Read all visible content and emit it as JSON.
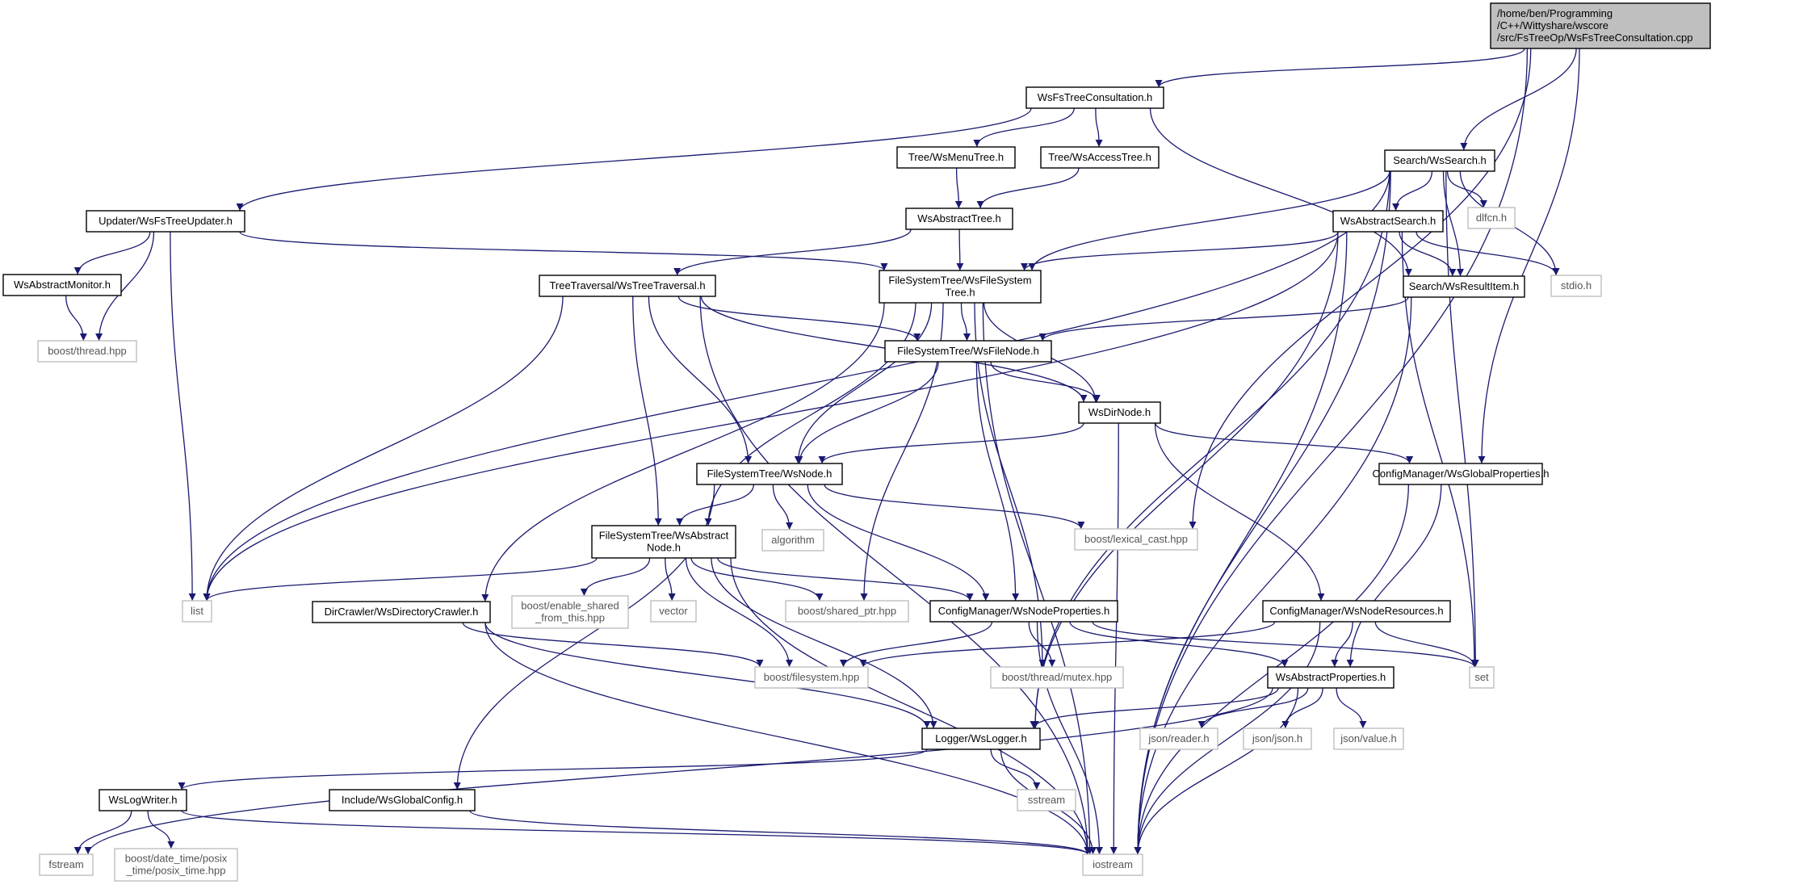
{
  "colors": {
    "edge": "#191970",
    "box_stroke": "#000000",
    "ext_stroke": "#bfbfbf",
    "root_fill": "#bfbfbf",
    "text": "#000000",
    "ext_text": "#555555"
  },
  "nodes": [
    {
      "id": "root",
      "kind": "root",
      "lines": [
        "/home/ben/Programming",
        "/C++/Wittyshare/wscore",
        "/src/FsTreeOp/WsFsTreeConsultation.cpp"
      ]
    },
    {
      "id": "consult",
      "kind": "file",
      "lines": [
        "WsFsTreeConsultation.h"
      ]
    },
    {
      "id": "menutree",
      "kind": "file",
      "lines": [
        "Tree/WsMenuTree.h"
      ]
    },
    {
      "id": "accesstree",
      "kind": "file",
      "lines": [
        "Tree/WsAccessTree.h"
      ]
    },
    {
      "id": "search",
      "kind": "file",
      "lines": [
        "Search/WsSearch.h"
      ]
    },
    {
      "id": "updater",
      "kind": "file",
      "lines": [
        "Updater/WsFsTreeUpdater.h"
      ]
    },
    {
      "id": "abstree",
      "kind": "file",
      "lines": [
        "WsAbstractTree.h"
      ]
    },
    {
      "id": "abssearch",
      "kind": "file",
      "lines": [
        "WsAbstractSearch.h"
      ]
    },
    {
      "id": "dlfcn",
      "kind": "ext",
      "lines": [
        "dlfcn.h"
      ]
    },
    {
      "id": "absmonitor",
      "kind": "file",
      "lines": [
        "WsAbstractMonitor.h"
      ]
    },
    {
      "id": "fstree",
      "kind": "file",
      "lines": [
        "FileSystemTree/WsFileSystem",
        "Tree.h"
      ]
    },
    {
      "id": "traversal",
      "kind": "file",
      "lines": [
        "TreeTraversal/WsTreeTraversal.h"
      ]
    },
    {
      "id": "resultitem",
      "kind": "file",
      "lines": [
        "Search/WsResultItem.h"
      ]
    },
    {
      "id": "stdio",
      "kind": "ext",
      "lines": [
        "stdio.h"
      ]
    },
    {
      "id": "thread",
      "kind": "ext",
      "lines": [
        "boost/thread.hpp"
      ]
    },
    {
      "id": "filenode",
      "kind": "file",
      "lines": [
        "FileSystemTree/WsFileNode.h"
      ]
    },
    {
      "id": "dirnode",
      "kind": "file",
      "lines": [
        "WsDirNode.h"
      ]
    },
    {
      "id": "node",
      "kind": "file",
      "lines": [
        "FileSystemTree/WsNode.h"
      ]
    },
    {
      "id": "globalprops",
      "kind": "file",
      "lines": [
        "ConfigManager/WsGlobalProperties.h"
      ]
    },
    {
      "id": "absnode",
      "kind": "file",
      "lines": [
        "FileSystemTree/WsAbstract",
        "Node.h"
      ]
    },
    {
      "id": "algorithm",
      "kind": "ext",
      "lines": [
        "algorithm"
      ]
    },
    {
      "id": "lexical",
      "kind": "ext",
      "lines": [
        "boost/lexical_cast.hpp"
      ]
    },
    {
      "id": "list",
      "kind": "ext",
      "lines": [
        "list"
      ]
    },
    {
      "id": "dircrawler",
      "kind": "file",
      "lines": [
        "DirCrawler/WsDirectoryCrawler.h"
      ]
    },
    {
      "id": "enableshared",
      "kind": "ext",
      "lines": [
        "boost/enable_shared",
        "_from_this.hpp"
      ]
    },
    {
      "id": "vector",
      "kind": "ext",
      "lines": [
        "vector"
      ]
    },
    {
      "id": "sharedptr",
      "kind": "ext",
      "lines": [
        "boost/shared_ptr.hpp"
      ]
    },
    {
      "id": "nodeprops",
      "kind": "file",
      "lines": [
        "ConfigManager/WsNodeProperties.h"
      ]
    },
    {
      "id": "noderes",
      "kind": "file",
      "lines": [
        "ConfigManager/WsNodeResources.h"
      ]
    },
    {
      "id": "filesystem",
      "kind": "ext",
      "lines": [
        "boost/filesystem.hpp"
      ]
    },
    {
      "id": "mutex",
      "kind": "ext",
      "lines": [
        "boost/thread/mutex.hpp"
      ]
    },
    {
      "id": "absprops",
      "kind": "file",
      "lines": [
        "WsAbstractProperties.h"
      ]
    },
    {
      "id": "set",
      "kind": "ext",
      "lines": [
        "set"
      ]
    },
    {
      "id": "logger",
      "kind": "file",
      "lines": [
        "Logger/WsLogger.h"
      ]
    },
    {
      "id": "jsonreader",
      "kind": "ext",
      "lines": [
        "json/reader.h"
      ]
    },
    {
      "id": "jsonjson",
      "kind": "ext",
      "lines": [
        "json/json.h"
      ]
    },
    {
      "id": "jsonvalue",
      "kind": "ext",
      "lines": [
        "json/value.h"
      ]
    },
    {
      "id": "sstream",
      "kind": "ext",
      "lines": [
        "sstream"
      ]
    },
    {
      "id": "logwriter",
      "kind": "file",
      "lines": [
        "WsLogWriter.h"
      ]
    },
    {
      "id": "globalconfig",
      "kind": "file",
      "lines": [
        "Include/WsGlobalConfig.h"
      ]
    },
    {
      "id": "fstream",
      "kind": "ext",
      "lines": [
        "fstream"
      ]
    },
    {
      "id": "posixtime",
      "kind": "ext",
      "lines": [
        "boost/date_time/posix",
        "_time/posix_time.hpp"
      ]
    },
    {
      "id": "iostream",
      "kind": "ext",
      "lines": [
        "iostream"
      ]
    }
  ],
  "edges": [
    [
      "root",
      "consult"
    ],
    [
      "root",
      "search"
    ],
    [
      "root",
      "globalprops"
    ],
    [
      "root",
      "lexical"
    ],
    [
      "root",
      "iostream"
    ],
    [
      "consult",
      "updater"
    ],
    [
      "consult",
      "menutree"
    ],
    [
      "consult",
      "accesstree"
    ],
    [
      "consult",
      "resultitem"
    ],
    [
      "menutree",
      "abstree"
    ],
    [
      "accesstree",
      "abstree"
    ],
    [
      "abstree",
      "fstree"
    ],
    [
      "abstree",
      "traversal"
    ],
    [
      "search",
      "list"
    ],
    [
      "search",
      "fstree"
    ],
    [
      "search",
      "abssearch"
    ],
    [
      "search",
      "resultitem"
    ],
    [
      "search",
      "dlfcn"
    ],
    [
      "search",
      "stdio"
    ],
    [
      "search",
      "set"
    ],
    [
      "search",
      "logger"
    ],
    [
      "search",
      "iostream"
    ],
    [
      "abssearch",
      "list"
    ],
    [
      "abssearch",
      "fstree"
    ],
    [
      "abssearch",
      "resultitem"
    ],
    [
      "abssearch",
      "stdio"
    ],
    [
      "abssearch",
      "set"
    ],
    [
      "abssearch",
      "logger"
    ],
    [
      "abssearch",
      "iostream"
    ],
    [
      "updater",
      "absmonitor"
    ],
    [
      "updater",
      "thread"
    ],
    [
      "updater",
      "list"
    ],
    [
      "updater",
      "fstree"
    ],
    [
      "absmonitor",
      "thread"
    ],
    [
      "fstree",
      "filenode"
    ],
    [
      "fstree",
      "dirnode"
    ],
    [
      "fstree",
      "node"
    ],
    [
      "fstree",
      "absnode"
    ],
    [
      "fstree",
      "dircrawler"
    ],
    [
      "fstree",
      "sharedptr"
    ],
    [
      "fstree",
      "mutex"
    ],
    [
      "fstree",
      "iostream"
    ],
    [
      "traversal",
      "filenode"
    ],
    [
      "traversal",
      "dirnode"
    ],
    [
      "traversal",
      "node"
    ],
    [
      "traversal",
      "absnode"
    ],
    [
      "traversal",
      "list"
    ],
    [
      "traversal",
      "iostream"
    ],
    [
      "resultitem",
      "filenode"
    ],
    [
      "resultitem",
      "iostream"
    ],
    [
      "filenode",
      "dirnode"
    ],
    [
      "filenode",
      "node"
    ],
    [
      "filenode",
      "nodeprops"
    ],
    [
      "dirnode",
      "node"
    ],
    [
      "dirnode",
      "globalprops"
    ],
    [
      "dirnode",
      "noderes"
    ],
    [
      "dirnode",
      "iostream"
    ],
    [
      "node",
      "absnode"
    ],
    [
      "node",
      "algorithm"
    ],
    [
      "node",
      "lexical"
    ],
    [
      "node",
      "nodeprops"
    ],
    [
      "node",
      "globalconfig"
    ],
    [
      "globalprops",
      "absprops"
    ],
    [
      "globalprops",
      "iostream"
    ],
    [
      "absnode",
      "list"
    ],
    [
      "absnode",
      "enableshared"
    ],
    [
      "absnode",
      "vector"
    ],
    [
      "absnode",
      "sharedptr"
    ],
    [
      "absnode",
      "filesystem"
    ],
    [
      "absnode",
      "nodeprops"
    ],
    [
      "absnode",
      "logger"
    ],
    [
      "absnode",
      "iostream"
    ],
    [
      "dircrawler",
      "filesystem"
    ],
    [
      "dircrawler",
      "logger"
    ],
    [
      "dircrawler",
      "iostream"
    ],
    [
      "nodeprops",
      "filesystem"
    ],
    [
      "nodeprops",
      "mutex"
    ],
    [
      "nodeprops",
      "absprops"
    ],
    [
      "nodeprops",
      "set"
    ],
    [
      "nodeprops",
      "iostream"
    ],
    [
      "noderes",
      "filesystem"
    ],
    [
      "noderes",
      "absprops"
    ],
    [
      "noderes",
      "set"
    ],
    [
      "noderes",
      "iostream"
    ],
    [
      "absprops",
      "logger"
    ],
    [
      "absprops",
      "jsonreader"
    ],
    [
      "absprops",
      "jsonjson"
    ],
    [
      "absprops",
      "jsonvalue"
    ],
    [
      "absprops",
      "fstream"
    ],
    [
      "absprops",
      "iostream"
    ],
    [
      "logger",
      "logwriter"
    ],
    [
      "logger",
      "sstream"
    ],
    [
      "logger",
      "iostream"
    ],
    [
      "logwriter",
      "fstream"
    ],
    [
      "logwriter",
      "posixtime"
    ],
    [
      "logwriter",
      "iostream"
    ],
    [
      "globalconfig",
      "iostream"
    ]
  ]
}
